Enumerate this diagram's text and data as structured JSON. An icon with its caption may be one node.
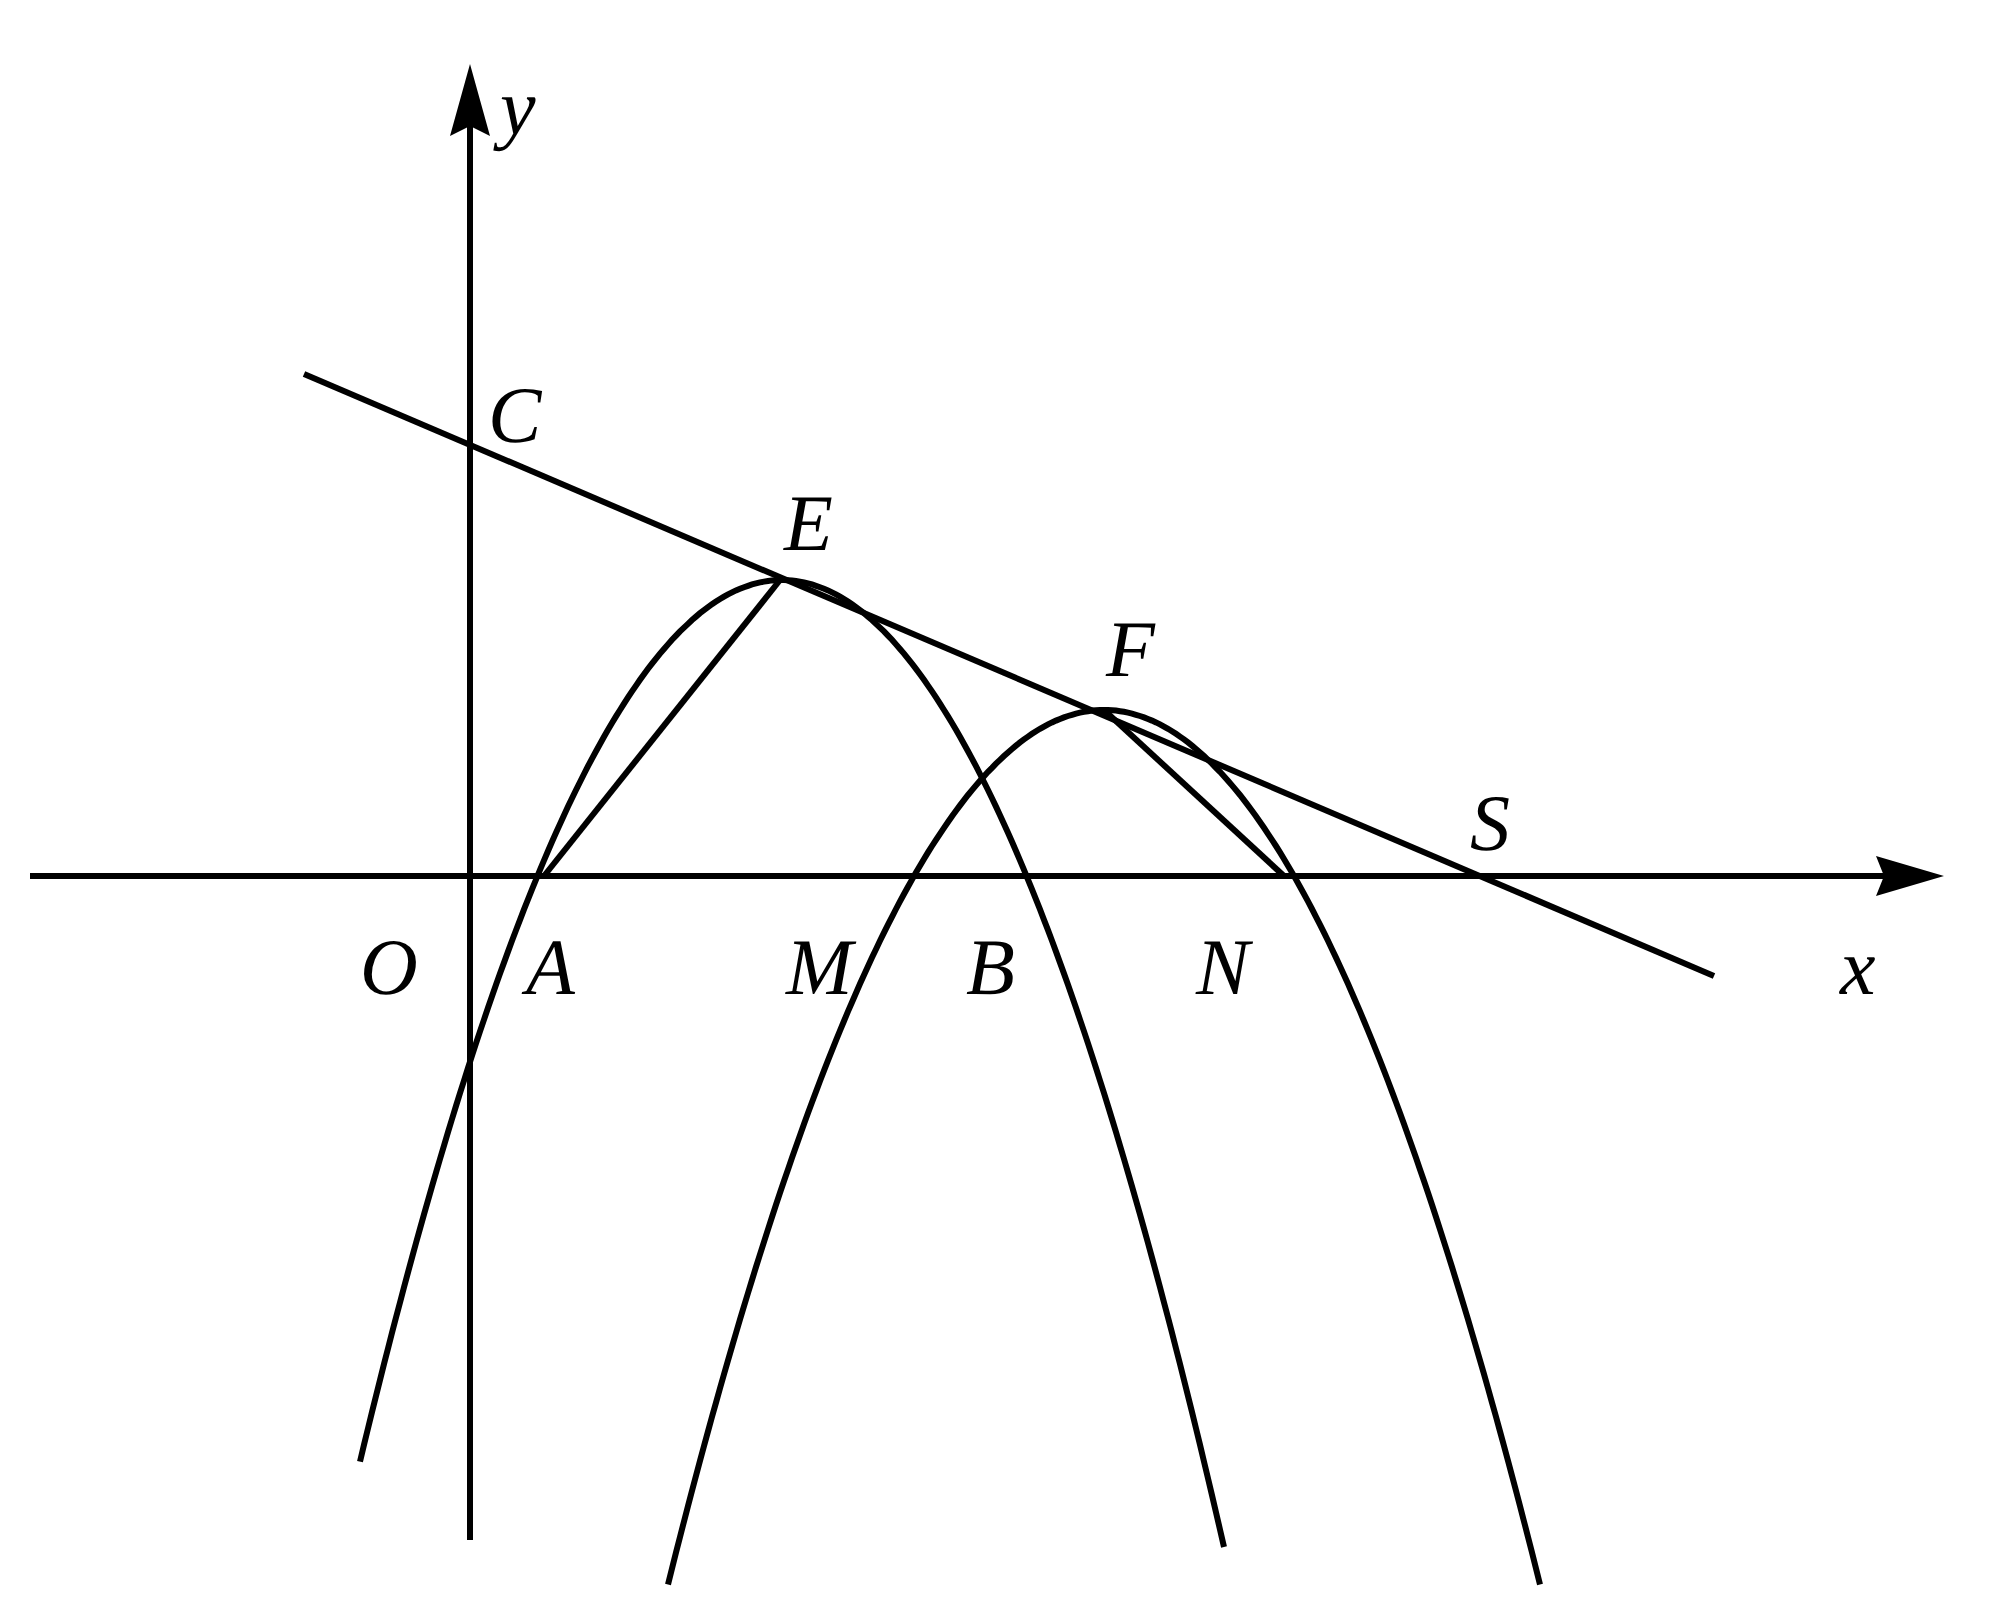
{
  "diagram": {
    "labels": [
      "y",
      "C",
      "E",
      "F",
      "S",
      "O",
      "A",
      "M",
      "B",
      "N",
      "x"
    ]
  }
}
